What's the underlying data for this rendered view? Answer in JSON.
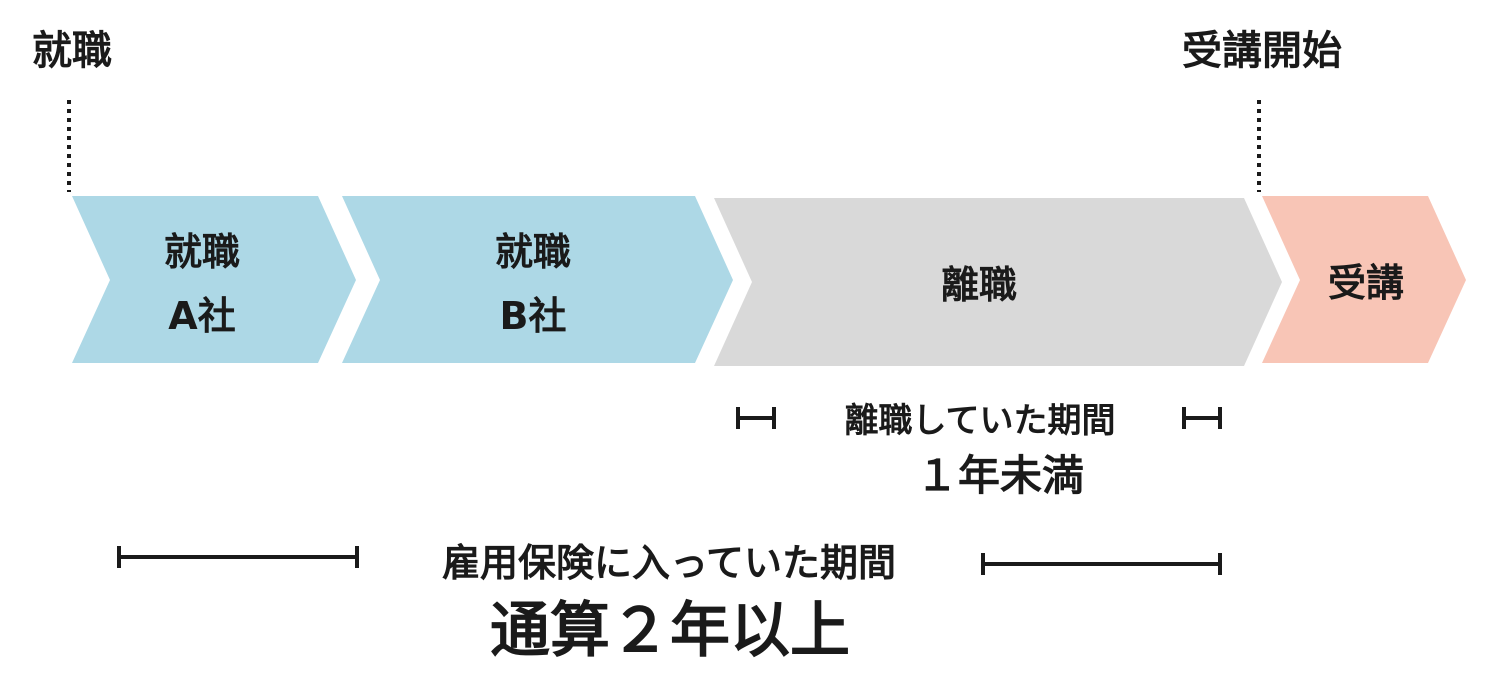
{
  "markers": {
    "start_label": "就職",
    "end_label": "受講開始"
  },
  "stages": [
    {
      "line1": "就職",
      "line2": "A社",
      "color": "#add8e6"
    },
    {
      "line1": "就職",
      "line2": "B社",
      "color": "#add8e6"
    },
    {
      "line1": "離職",
      "color": "#d9d9d9"
    },
    {
      "line1": "受講",
      "color": "#f8c5b6"
    }
  ],
  "separation": {
    "label": "離職していた期間",
    "value": "１年未満"
  },
  "insurance": {
    "label": "雇用保険に入っていた期間",
    "value": "通算２年以上"
  }
}
